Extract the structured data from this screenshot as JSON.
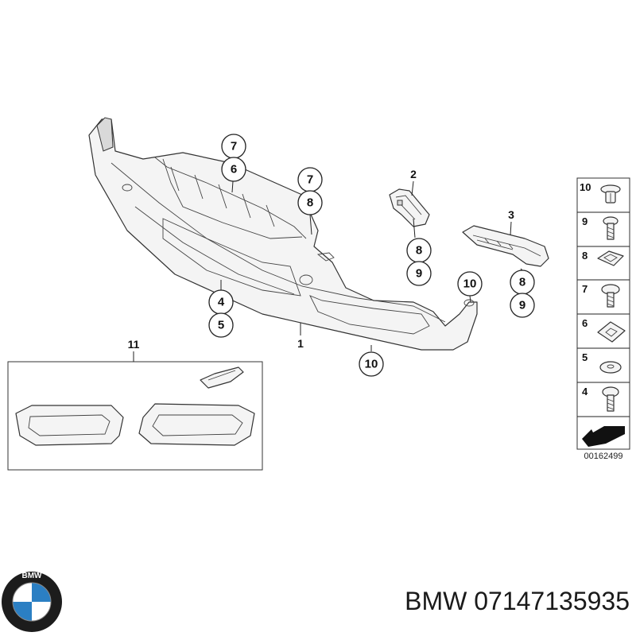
{
  "callouts": {
    "c7a": "7",
    "c6": "6",
    "c7b": "7",
    "c8a": "8",
    "c8b": "8",
    "c9a": "9",
    "c8c": "8",
    "c9b": "9",
    "c4": "4",
    "c5": "5",
    "c10a": "10",
    "c10b": "10"
  },
  "labels": {
    "l1": "1",
    "l2": "2",
    "l3": "3",
    "l11": "11"
  },
  "legend": [
    "10",
    "9",
    "8",
    "7",
    "6",
    "5",
    "4"
  ],
  "reference_code": "00162499",
  "caption": {
    "brand": "BMW",
    "part_number": "07147135935"
  },
  "logo": {
    "text": "BMW",
    "colors": {
      "ring": "#1c1c1c",
      "blue": "#2b7fc3",
      "white": "#ffffff"
    }
  }
}
